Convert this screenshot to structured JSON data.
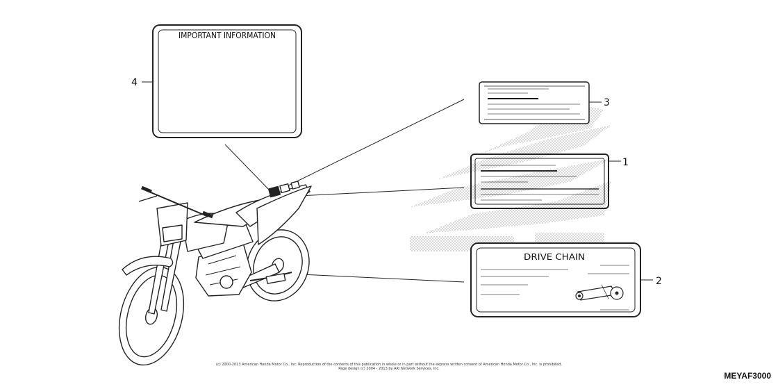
{
  "labels": {
    "important_information": {
      "callout": "4",
      "title": "IMPORTANT INFORMATION"
    },
    "drive_chain": {
      "callout": "2",
      "title": "DRIVE CHAIN"
    },
    "label_1": {
      "callout": "1"
    },
    "label_3": {
      "callout": "3"
    }
  },
  "footer": {
    "copyright_line1": "(c) 2000-2013 American Honda Motor Co., Inc. Reproduction of the contents of this publication in whole or in part without the express written consent of American Honda Motor Co., Inc. is prohibited.",
    "copyright_line2": "Page design (c) 2004 - 2013 by ARI Network Services, Inc.",
    "part_code": "MEYAF3000"
  }
}
